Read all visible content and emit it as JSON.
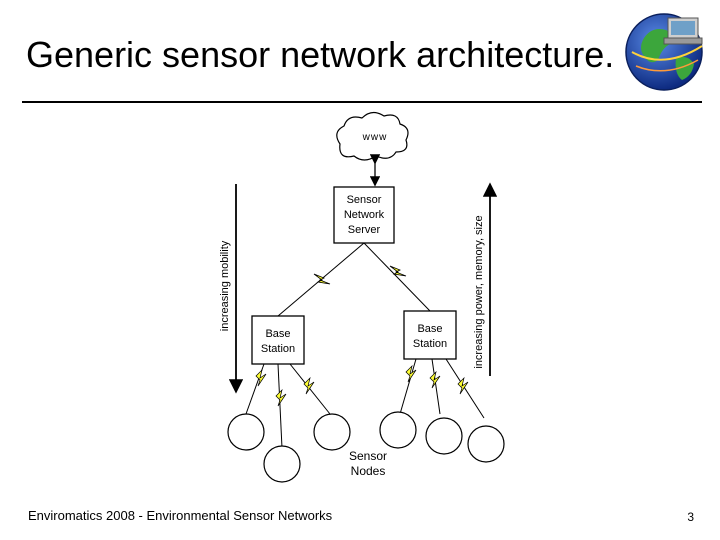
{
  "slide": {
    "title": "Generic sensor network architecture.",
    "footer": "Enviromatics 2008 - Environmental Sensor Networks",
    "page_number": "3"
  },
  "diagram": {
    "cloud_label": "www",
    "server_label": [
      "Sensor",
      "Network",
      "Server"
    ],
    "base_station_label": [
      "Base",
      "Station"
    ],
    "left_arrow_label": "increasing mobility",
    "right_arrow_label": "increasing power, memory, size",
    "nodes_label": [
      "Sensor",
      "Nodes"
    ]
  },
  "icons": {
    "logo": "globe-with-satellite-icon",
    "wireless_link": "lightning-bolt-icon"
  },
  "colors": {
    "text": "#000000",
    "bolt_fill": "#ffff33",
    "globe_ocean": "#1a3fa8",
    "globe_land": "#3ca63c"
  }
}
